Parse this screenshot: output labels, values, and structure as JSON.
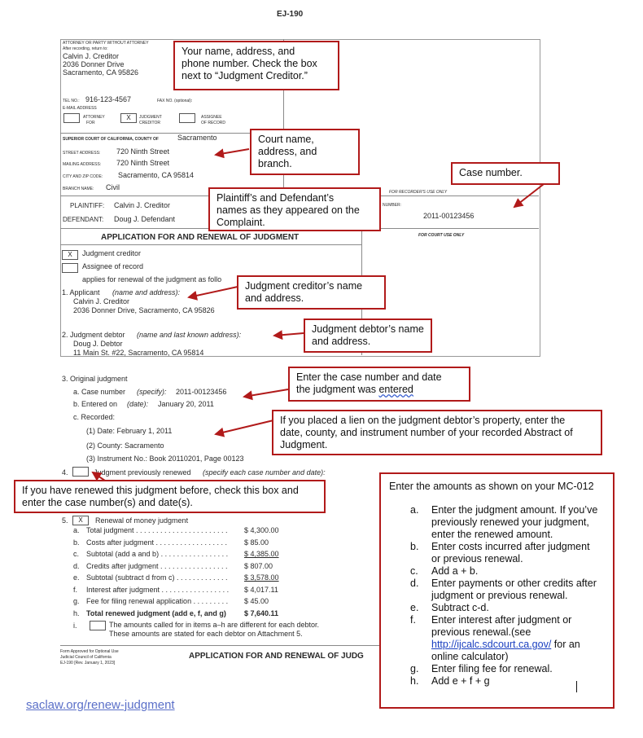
{
  "form": {
    "form_number": "EJ-190",
    "party_header": "ATTORNEY OR PARTY WITHOUT ATTORNEY",
    "after_recording": "After recording, return to:",
    "creditor_name": "Calvin J. Creditor",
    "creditor_street": "2036 Donner Drive",
    "creditor_city": "Sacramento, CA 95826",
    "tel_label": "TEL NO.:",
    "tel_value": "916-123-4567",
    "fax_label": "FAX NO. (optional):",
    "email_label": "E-MAIL ADDRESS",
    "attorney_line1": "ATTORNEY",
    "attorney_line2": "FOR",
    "judgment_line1": "JUDGMENT",
    "judgment_line2": "CREDITOR",
    "assignee_line1": "ASSIGNEE",
    "assignee_line2": "OF RECORD",
    "check_mark": "X",
    "court_header": "SUPERIOR COURT OF CALIFORNIA, COUNTY OF",
    "county": "Sacramento",
    "street_label": "STREET ADDRESS:",
    "street_value": "720 Ninth Street",
    "mailing_label": "MAILING ADDRESS:",
    "mailing_value": "720 Ninth Street",
    "city_label": "CITY AND ZIP CODE:",
    "city_value": "Sacramento, CA 95814",
    "branch_label": "BRANCH NAME:",
    "branch_value": "Civil",
    "recorder_use": "FOR RECORDER'S USE ONLY",
    "plaintiff_label": "PLAINTIFF:",
    "plaintiff_value": "Calvin J. Creditor",
    "defendant_label": "DEFENDANT:",
    "defendant_value": "Doug J. Defendant",
    "case_number_label": "NUMBER:",
    "case_number_value": "2011-00123456",
    "form_title": "APPLICATION FOR AND RENEWAL OF JUDGMENT",
    "court_use": "FOR COURT USE ONLY",
    "judgment_creditor_opt": "Judgment creditor",
    "assignee_opt": "Assignee of record",
    "applies_text": "applies for renewal of the judgment as follo",
    "item1_label": "1.  Applicant",
    "item1_hint": "(name and address):",
    "item1_name": "Calvin J. Creditor",
    "item1_addr": "2036 Donner Drive, Sacramento, CA 95826",
    "item2_label": "2.  Judgment debtor",
    "item2_hint": "(name and last known address):",
    "item2_name": "Doug J. Debtor",
    "item2_addr": "11 Main St. #22, Sacramento, CA 95814",
    "item3_label": "3.  Original judgment",
    "item3a": "a.   Case number",
    "item3a_hint": "(specify):",
    "item3a_value": "2011-00123456",
    "item3b": "b.   Entered on",
    "item3b_hint": "(date):",
    "item3b_value": "January 20, 2011",
    "item3c": "c.   Recorded:",
    "item3c1": "(1)  Date:  February 1, 2011",
    "item3c2": "(2)  County:  Sacramento",
    "item3c3": "(3)  Instrument No.:  Book 20110201, Page 00123",
    "item4_num": "4.",
    "item4_text": "Judgment previously renewed",
    "item4_hint": "(specify each case number and date):",
    "item5_num": "5.",
    "item5_text": "Renewal of money judgment",
    "amounts": [
      {
        "letter": "a.",
        "label": "Total judgment . . . . . . . . . . . . . . . . . . . . . . .",
        "value": "$  4,300.00",
        "bold": false,
        "under": false
      },
      {
        "letter": "b.",
        "label": "Costs after judgment . . . . . . . . . . . . . . . . . .",
        "value": "$  85.00",
        "bold": false,
        "under": false
      },
      {
        "letter": "c.",
        "label": "Subtotal (add a and b) . . . . . . . . . . . . . . . . .",
        "value": "$  4,385.00",
        "bold": false,
        "under": true
      },
      {
        "letter": "d.",
        "label": "Credits after judgment . . . . . . . . . . . . . . . . .",
        "value": "$  807.00",
        "bold": false,
        "under": false
      },
      {
        "letter": "e.",
        "label": "Subtotal (subtract d from c) . . . . . . . . . . . . .",
        "value": "$  3,578.00",
        "bold": false,
        "under": true
      },
      {
        "letter": "f.",
        "label": "Interest after judgment . . . . . . . . . . . . . . . . .",
        "value": "$  4,017.11",
        "bold": false,
        "under": false
      },
      {
        "letter": "g.",
        "label": "Fee for filing renewal application . . . . . . . . .",
        "value": "$  45.00",
        "bold": false,
        "under": false
      },
      {
        "letter": "h.",
        "label": "Total renewed judgment (add e, f, and g)",
        "value": "$  7,640.11",
        "bold": true,
        "under": false
      }
    ],
    "item_i": "i.",
    "item_i_text1": "The amounts called for in items a–h are different for each debtor.",
    "item_i_text2": "These amounts are stated for each debtor on Attachment 5.",
    "footer_l1": "Form Approved for Optional Use",
    "footer_l2": "Judicial Council of California",
    "footer_l3": "EJ-190 [Rev. January 1, 2023]",
    "footer_title": "APPLICATION FOR AND RENEWAL OF JUDG"
  },
  "callouts": {
    "c1": [
      "Your name, address, and",
      "phone number. Check the box",
      "next to “Judgment Creditor.”"
    ],
    "c2": [
      "Court name,",
      "address, and",
      "branch."
    ],
    "c3": [
      "Case number."
    ],
    "c4": [
      "Plaintiff’s and Defendant’s",
      "names as they appeared on the",
      "Complaint."
    ],
    "c5": [
      "Judgment creditor’s name",
      "and address."
    ],
    "c6": [
      "Judgment debtor’s name",
      "and address."
    ],
    "c7_l1": "Enter the case number and date",
    "c7_l2a": "the judgment was ",
    "c7_l2b": "entered",
    "c8": [
      "If you placed a lien on the judgment debtor’s property, enter the",
      "date, county, and instrument number of your recorded Abstract of",
      "Judgment."
    ],
    "c9": [
      "If you have renewed this judgment before, check this box and",
      "enter the case number(s) and date(s)."
    ]
  },
  "instructions": {
    "heading": "Enter the amounts as shown on your MC-012",
    "steps": [
      {
        "letter": "a.",
        "lines": [
          "Enter the judgment amount. If you’ve",
          "previously renewed your judgment,",
          "enter the renewed amount."
        ]
      },
      {
        "letter": "b.",
        "lines": [
          "Enter costs incurred after judgment",
          "or previous renewal."
        ]
      },
      {
        "letter": "c.",
        "lines": [
          "Add a + b."
        ]
      },
      {
        "letter": "d.",
        "lines": [
          "Enter payments or other credits after",
          "judgment or previous renewal."
        ]
      },
      {
        "letter": "e.",
        "lines": [
          "Subtract c-d."
        ]
      },
      {
        "letter": "f.",
        "lines": [
          "Enter interest after judgment or",
          "previous renewal.(see"
        ]
      },
      {
        "letter": "g.",
        "lines": [
          "Enter filing fee for renewal."
        ]
      },
      {
        "letter": "h.",
        "lines": [
          "Add e + f + g"
        ]
      }
    ],
    "link_text": "http://ijcalc.sdcourt.ca.gov/",
    "after_link": " for an",
    "online_calc": "online calculator)"
  },
  "footer": {
    "link": "saclaw.org/renew-judgment"
  }
}
